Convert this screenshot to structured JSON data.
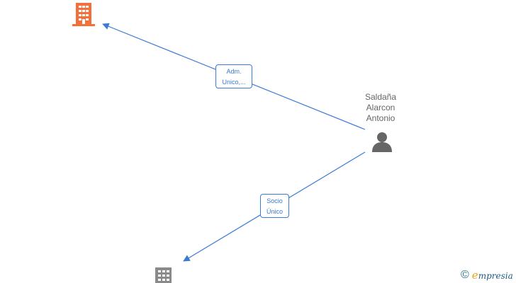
{
  "nodes": {
    "company_top": {
      "icon": "building-icon",
      "color": "#f4703a"
    },
    "company_bottom": {
      "icon": "building-icon",
      "color": "#8a8a8a"
    },
    "person": {
      "icon": "person-icon",
      "color": "#666666",
      "name_lines": [
        "Saldaña",
        "Alarcon",
        "Antonio"
      ]
    }
  },
  "edges": [
    {
      "label_lines": [
        "Adm.",
        "Unico,..."
      ],
      "color": "#3a7bd5"
    },
    {
      "label_lines": [
        "Socio",
        "Único"
      ],
      "color": "#3a7bd5"
    }
  ],
  "brand": {
    "copyright_symbol": "©",
    "name_first": "e",
    "name_rest": "mpresia"
  }
}
